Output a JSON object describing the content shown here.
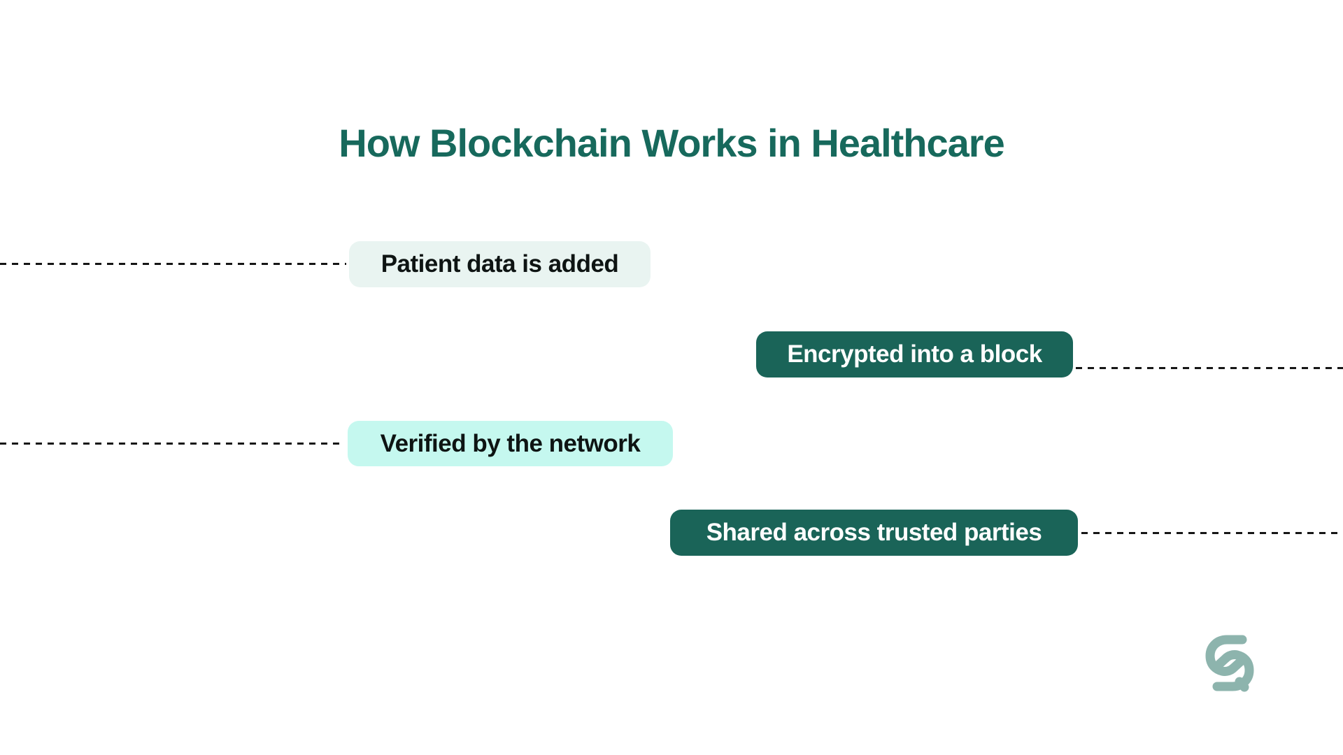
{
  "title": {
    "text": "How Blockchain Works in Healthcare",
    "color": "#17695c"
  },
  "steps": [
    {
      "label": "Patient data is added",
      "bg": "#e9f4f1",
      "text_color": "#0e1413",
      "connector_side": "left"
    },
    {
      "label": "Encrypted into a block",
      "bg": "#1a6458",
      "text_color": "#ffffff",
      "connector_side": "right"
    },
    {
      "label": "Verified by the network",
      "bg": "#c5f8ef",
      "text_color": "#0e1413",
      "connector_side": "left"
    },
    {
      "label": "Shared across trusted parties",
      "bg": "#1a6458",
      "text_color": "#ffffff",
      "connector_side": "right"
    }
  ],
  "connectors": {
    "color": "#161616",
    "style": "dashed",
    "count": 4
  },
  "logo": {
    "color": "#8db4ad"
  },
  "background": "#ffffff"
}
